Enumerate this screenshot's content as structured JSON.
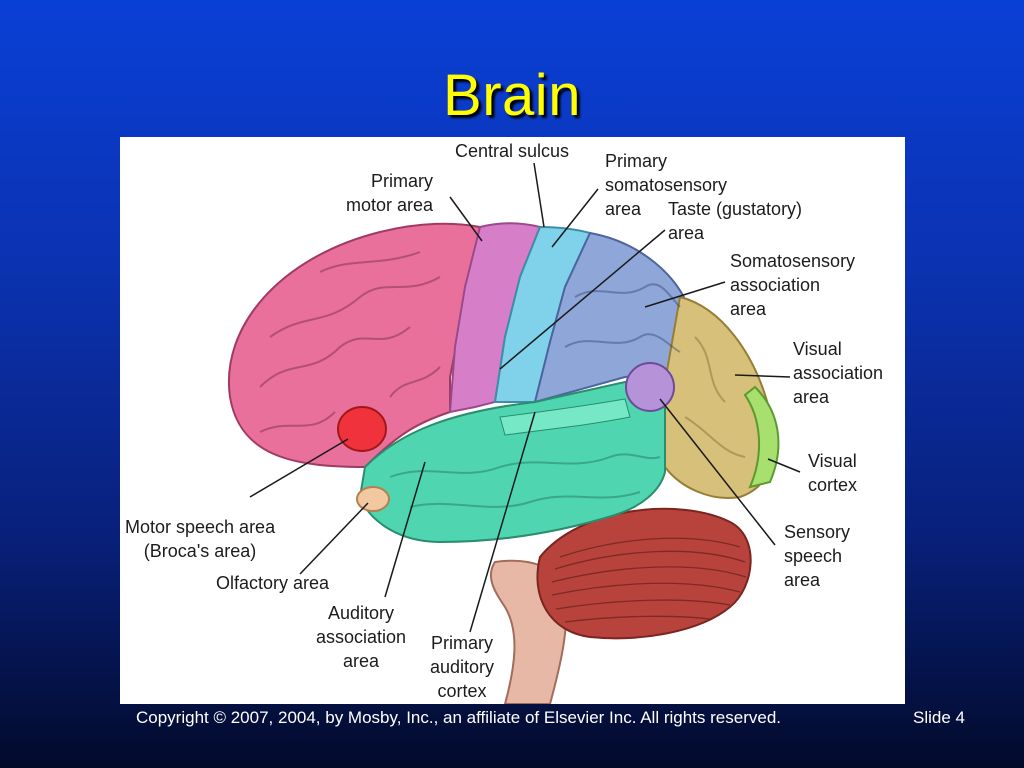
{
  "slide": {
    "title": "Brain",
    "copyright": "Copyright © 2007, 2004, by Mosby, Inc., an affiliate of Elsevier Inc. All rights reserved.",
    "slide_number": "Slide 4"
  },
  "labels": {
    "central_sulcus": "Central sulcus",
    "primary_motor": "Primary\nmotor area",
    "primary_somatosensory": "Primary\nsomatosensory\narea",
    "taste": "Taste (gustatory)\narea",
    "somatosensory_association": "Somatosensory\nassociation\narea",
    "visual_association": "Visual\nassociation\narea",
    "visual_cortex": "Visual\ncortex",
    "sensory_speech": "Sensory\nspeech\narea",
    "motor_speech": "Motor speech area\n(Broca's area)",
    "olfactory": "Olfactory area",
    "auditory_association": "Auditory\nassociation\narea",
    "primary_auditory": "Primary\nauditory\ncortex"
  },
  "colors": {
    "frontal": "#e8709a",
    "motor": "#d77ec8",
    "somatosensory": "#7fd2ea",
    "parietal": "#8fa6d8",
    "temporal": "#4fd6b0",
    "occipital": "#d6c07a",
    "visual_cortex": "#a8e070",
    "broca": "#f0323c",
    "wernicke": "#b692d8",
    "cerebellum": "#b8423c",
    "brainstem": "#e8b8a6"
  }
}
